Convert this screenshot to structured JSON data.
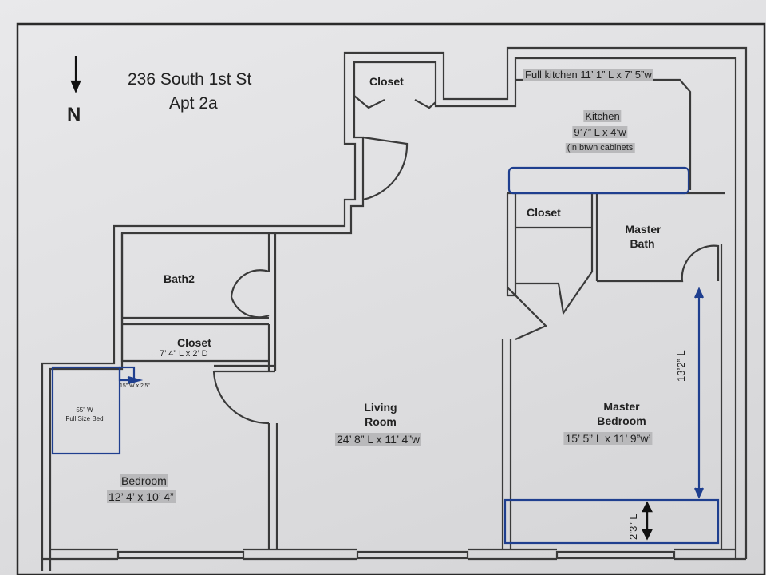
{
  "address": {
    "line1": "236 South 1st St",
    "line2": "Apt 2a"
  },
  "north": {
    "label": "N"
  },
  "rooms": {
    "closet_top": {
      "name": "Closet"
    },
    "full_kitchen": {
      "label": "Full kitchen 11’ 1” L x 7’ 5”w"
    },
    "kitchen": {
      "name": "Kitchen",
      "dims": "9’7” L x 4’w",
      "note": "(in btwn cabinets"
    },
    "closet_master": {
      "name": "Closet"
    },
    "master_bath": {
      "name_line1": "Master",
      "name_line2": "Bath"
    },
    "bath2": {
      "name": "Bath2"
    },
    "closet_bed": {
      "name": "Closet",
      "dims": "7’ 4” L x 2’ D"
    },
    "bed_furniture": {
      "size": "55” W",
      "type": "Full Size Bed"
    },
    "nightstand": {
      "label": "15” W x 2’5”"
    },
    "bedroom": {
      "name": "Bedroom",
      "dims": "12’ 4’ x 10’ 4”"
    },
    "living": {
      "name_line1": "Living",
      "name_line2": "Room",
      "dims": "24’ 8” L x 11’ 4”w"
    },
    "master_bedroom": {
      "name_line1": "Master",
      "name_line2": "Bedroom",
      "dims": "15’ 5” L x 11’ 9”w’"
    },
    "dim_13_2": {
      "label": "13’2” L"
    },
    "dim_2_3": {
      "label": "2’3” L"
    }
  },
  "colors": {
    "wall": "#3a3a3a",
    "annotation": "#1f3f8f",
    "highlight": "#b9b9bb",
    "paper": "#e4e4e6"
  }
}
